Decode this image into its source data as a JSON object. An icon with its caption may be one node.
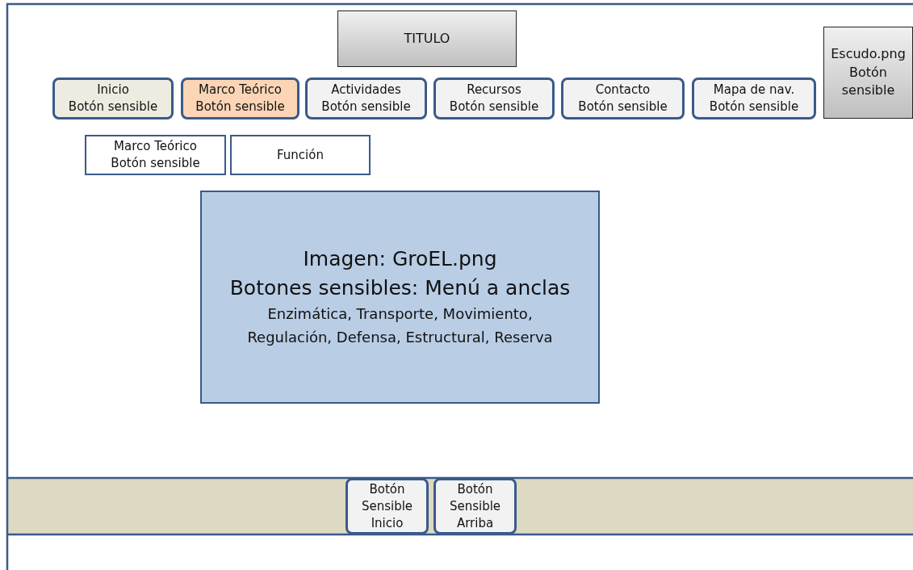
{
  "diagram": {
    "nodes": [
      {
        "text": [
          "TITULO"
        ]
      },
      {
        "text": [
          "Escudo.png",
          "Botón sensible"
        ]
      },
      {
        "text": [
          "Inicio",
          "Botón sensible"
        ]
      },
      {
        "text": [
          "Marco Teórico",
          "Botón sensible"
        ]
      },
      {
        "text": [
          "Actividades",
          "Botón sensible"
        ]
      },
      {
        "text": [
          "Recursos",
          "Botón sensible"
        ]
      },
      {
        "text": [
          "Contacto",
          "Botón sensible"
        ]
      },
      {
        "text": [
          "Mapa de nav.",
          "Botón sensible"
        ]
      },
      {
        "text": [
          "Marco Teórico",
          "Botón sensible"
        ]
      },
      {
        "text": [
          "Función"
        ]
      },
      {
        "text": [
          "Imagen: GroEL.png",
          "Botones sensibles: Menú a anclas",
          "Enzimática, Transporte, Movimiento, Regulación, Defensa, Estructural, Reserva"
        ]
      },
      {
        "text": [
          "Botón Sensible Inicio"
        ]
      },
      {
        "text": [
          "Botón Sensible Arriba"
        ]
      }
    ]
  }
}
